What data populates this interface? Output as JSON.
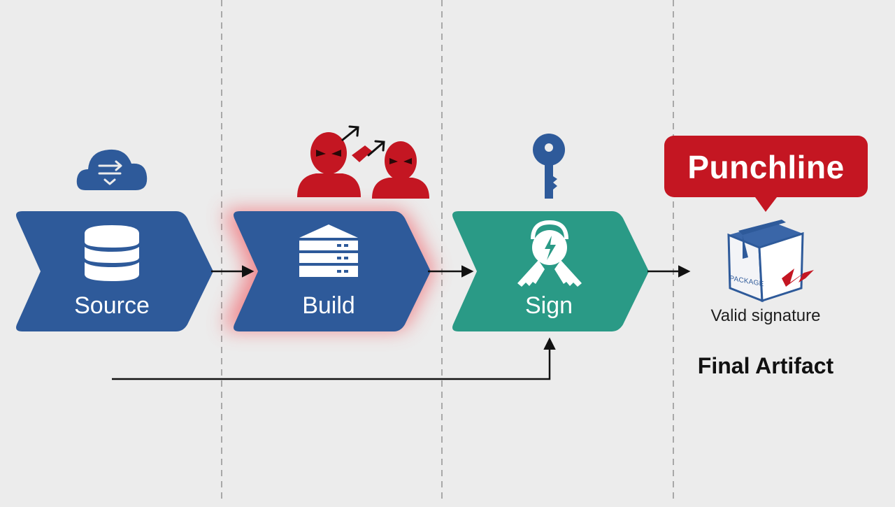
{
  "stages": [
    {
      "id": "source",
      "label": "Source"
    },
    {
      "id": "build",
      "label": "Build"
    },
    {
      "id": "sign",
      "label": "Sign"
    }
  ],
  "callout": {
    "text": "Punchline"
  },
  "artifact": {
    "box_text": "PACKAGE",
    "status": "Valid signature",
    "title": "Final Artifact"
  },
  "colors": {
    "background": "#ececec",
    "stage_blue": "#2e5a9a",
    "stage_teal": "#2a9a86",
    "alert_red": "#c41622",
    "divider": "#a8a8a8",
    "arrow": "#111111"
  },
  "icons": {
    "source_top": "cloud-sync-icon",
    "source_stage": "database-icon",
    "build_top": "attackers-icon",
    "build_stage": "server-rack-icon",
    "sign_top": "key-icon",
    "sign_stage": "keyring-icon",
    "artifact": "package-box-icon"
  }
}
